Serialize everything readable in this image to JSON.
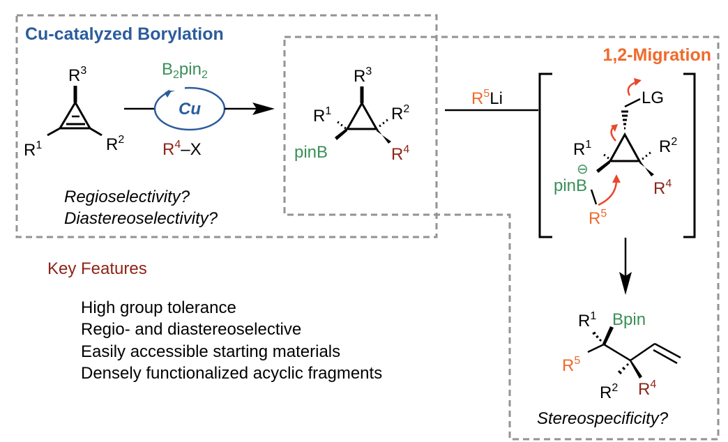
{
  "sections": {
    "borylation_title": "Cu-catalyzed Borylation",
    "migration_title": "1,2-Migration"
  },
  "colors": {
    "blue": "#2b5c9c",
    "green": "#3a8f57",
    "dark_red": "#8e2418",
    "orange": "#ef6a2c",
    "dash_gray": "#939393"
  },
  "reagents": {
    "boron": {
      "base": "B",
      "sub1": "2",
      "mid": "pin",
      "sub2": "2"
    },
    "catalyst": "Cu",
    "electrophile": {
      "r": "R",
      "sup": "4",
      "rest": "–X"
    },
    "organolithium": {
      "r": "R",
      "sup": "5",
      "rest": "Li"
    }
  },
  "questions": {
    "regio": "Regioselectivity?",
    "diastereo": "Diastereoselectivity?",
    "stereo": "Stereospecificity?"
  },
  "labels": {
    "R": "R",
    "one": "1",
    "two": "2",
    "three": "3",
    "four": "4",
    "five": "5",
    "pinB": "pinB",
    "Bpin": "Bpin",
    "LG": "LG",
    "minus": "−",
    "anion": "⊖"
  },
  "key_features": {
    "title": "Key Features",
    "items": [
      "High group tolerance",
      "Regio- and diastereoselective",
      "Easily accessible starting materials",
      "Densely functionalized acyclic fragments"
    ]
  }
}
